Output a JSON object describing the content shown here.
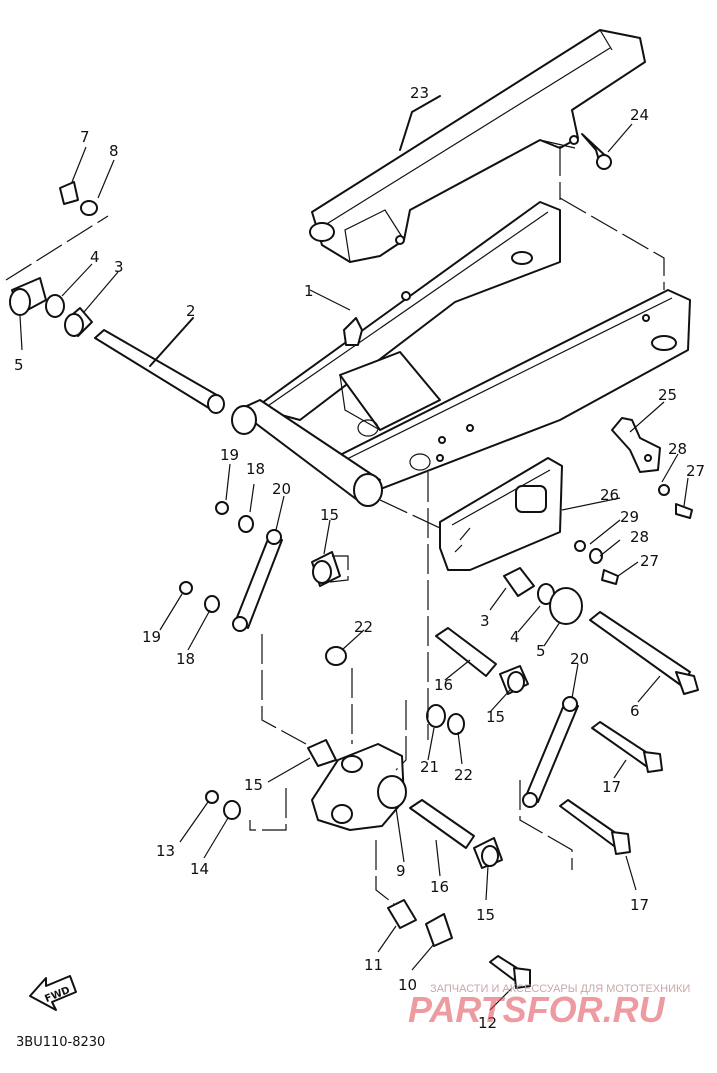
{
  "diagram_code": "3BU110-8230",
  "fwd_label": "FWD",
  "watermark": {
    "tagline": "ЗАПЧАСТИ И АКСЕССУАРЫ ДЛЯ МОТОТЕХНИКИ",
    "brand": "PARTSFOR.RU"
  },
  "callouts": [
    "23",
    "24",
    "7",
    "8",
    "4",
    "3",
    "5",
    "2",
    "1",
    "25",
    "28",
    "27",
    "19",
    "18",
    "20",
    "15",
    "26",
    "29",
    "28",
    "27",
    "19",
    "18",
    "22",
    "3",
    "4",
    "5",
    "20",
    "6",
    "16",
    "15",
    "21",
    "22",
    "17",
    "15",
    "13",
    "14",
    "9",
    "16",
    "15",
    "17",
    "11",
    "10",
    "12"
  ]
}
